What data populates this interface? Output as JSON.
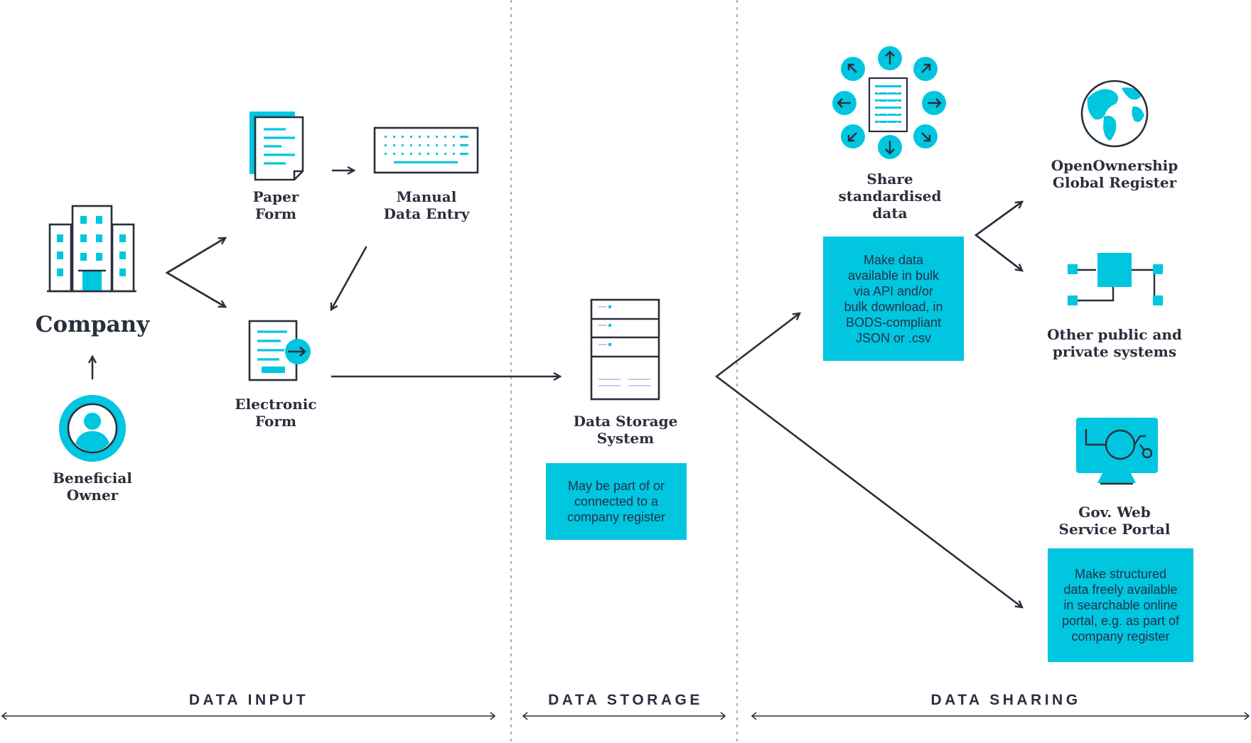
{
  "colors": {
    "accent": "#00c6df",
    "ink": "#2a2f3d",
    "divider": "#8a8f99",
    "lavender": "#c8c8ee"
  },
  "nodes": {
    "company": "Company",
    "beneficial_owner": "Beneficial\nOwner",
    "paper_form": "Paper\nForm",
    "manual_data_entry": "Manual\nData Entry",
    "electronic_form": "Electronic\nForm",
    "data_storage_system": "Data Storage\nSystem",
    "share_data": "Share\nstandardised\ndata",
    "openownership_register": "OpenOwnership\nGlobal Register",
    "other_systems": "Other public and\nprivate systems",
    "gov_portal": "Gov. Web\nService Portal"
  },
  "notes": {
    "storage": "May be part of or\nconnected to a\ncompany register",
    "bulk": "Make data\navailable in bulk\nvia API and/or\nbulk download, in\nBODS-compliant\nJSON or .csv",
    "portal": "Make structured\ndata freely available\nin searchable online\nportal, e.g. as part of\ncompany register"
  },
  "sections": {
    "input": "DATA INPUT",
    "storage": "DATA STORAGE",
    "sharing": "DATA SHARING"
  },
  "icons": [
    "building-icon",
    "person-icon",
    "paper-form-icon",
    "keyboard-icon",
    "electronic-form-icon",
    "server-icon",
    "share-data-icon",
    "globe-icon",
    "network-icon",
    "monitor-icon"
  ]
}
